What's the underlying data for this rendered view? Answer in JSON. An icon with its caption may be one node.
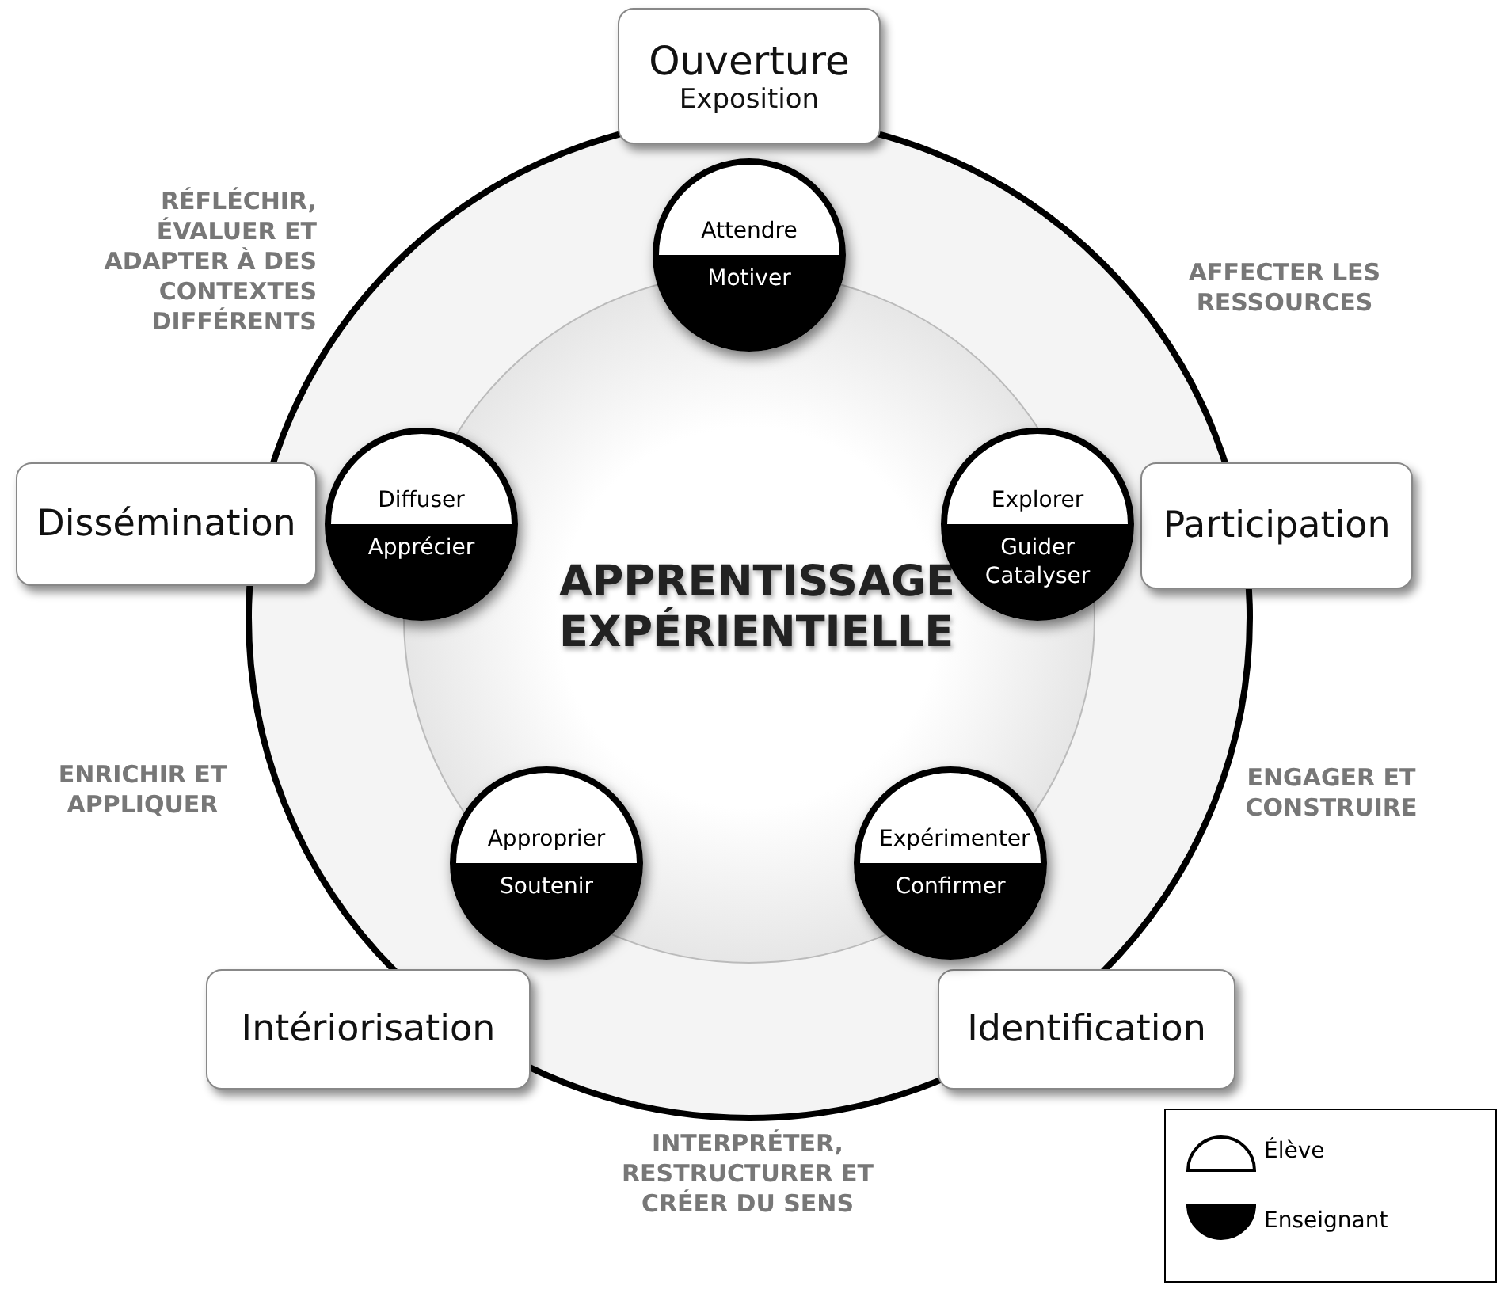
{
  "diagram": {
    "nodes": [
      {
        "text": [
          "Ouverture",
          "Exposition"
        ]
      },
      {
        "text": [
          "Attendre",
          "Motiver"
        ]
      },
      {
        "text": [
          "Diffuser",
          "Apprécier"
        ]
      },
      {
        "text": [
          "Dissémination"
        ]
      },
      {
        "text": [
          "Explorer",
          "Guider Catalyser"
        ]
      },
      {
        "text": [
          "Participation"
        ]
      },
      {
        "text": [
          "APPRENTISSAGE EXPÉRIENTIELLE"
        ]
      },
      {
        "text": [
          "Approprier",
          "Soutenir"
        ]
      },
      {
        "text": [
          "Expérimenter",
          "Confirmer"
        ]
      },
      {
        "text": [
          "Intériorisation"
        ]
      },
      {
        "text": [
          "Identification"
        ]
      }
    ],
    "labels": [
      "RÉFLÉCHIR, ÉVALUER ET ADAPTER À DES CONTEXTES DIFFÉRENTS",
      "AFFECTER LES RESSOURCES",
      "ENRICHIR ET APPLIQUER",
      "ENGAGER ET CONSTRUIRE",
      "INTERPRÉTER, RESTRUCTURER ET CRÉER DU SENS"
    ],
    "legend": [
      {
        "text": "Élève"
      },
      {
        "text": "Enseignant"
      }
    ]
  }
}
